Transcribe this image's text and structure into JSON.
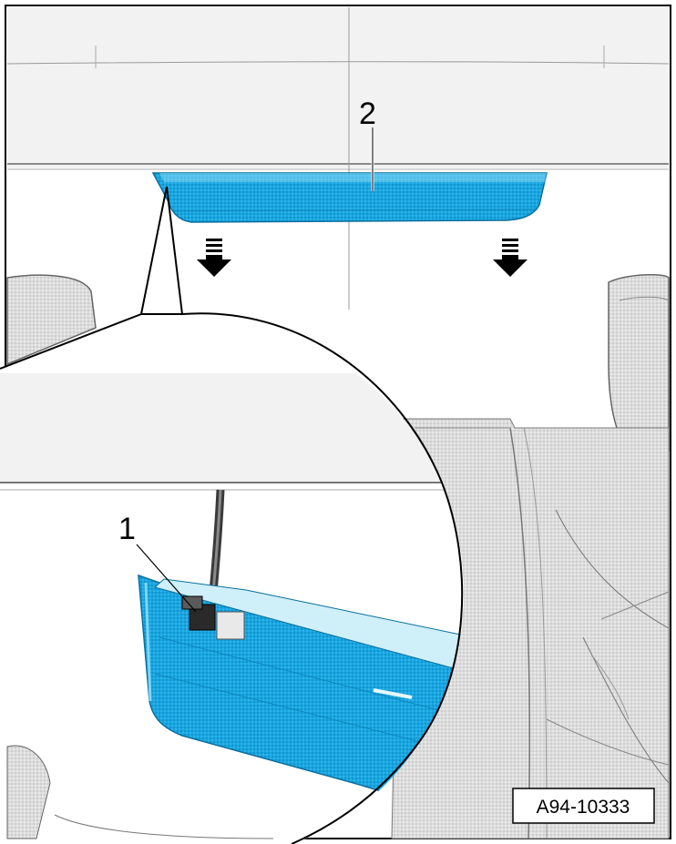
{
  "figure": {
    "callouts": [
      {
        "id": "1",
        "label": "1"
      },
      {
        "id": "2",
        "label": "2"
      }
    ],
    "reference_code": "A94-10333",
    "colors": {
      "part_blue": "#1aa6e0",
      "part_blue_light": "#7fd6f4",
      "part_blue_dark": "#0f86bd",
      "line": "#000000",
      "surface_grey": "#e6e6e6",
      "surface_light": "#f4f4f4"
    },
    "icons": [
      "down-arrow-icon",
      "down-arrow-icon",
      "connector-icon"
    ]
  }
}
